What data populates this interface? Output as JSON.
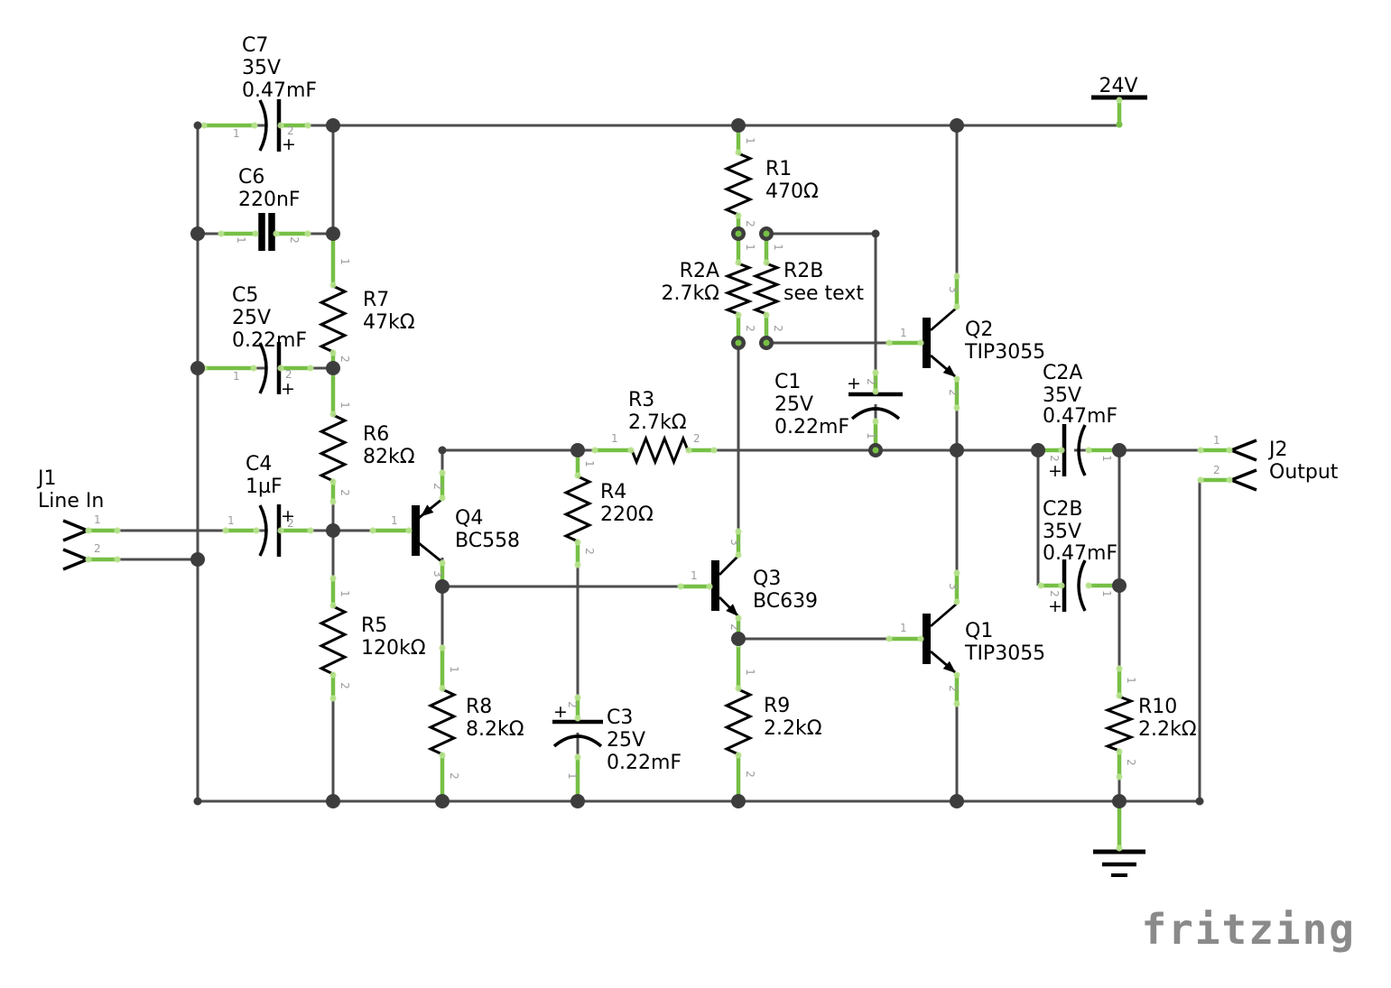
{
  "power": {
    "label": "24V"
  },
  "watermark": "fritzing",
  "pins": {
    "p1": "1",
    "p2": "2",
    "p3": "3",
    "plus": "+"
  },
  "connectors": {
    "J1": {
      "ref": "J1",
      "name": "Line In"
    },
    "J2": {
      "ref": "J2",
      "name": "Output"
    }
  },
  "resistors": {
    "R1": {
      "ref": "R1",
      "val": "470Ω"
    },
    "R2A": {
      "ref": "R2A",
      "val": "2.7kΩ"
    },
    "R2B": {
      "ref": "R2B",
      "val": "see text"
    },
    "R3": {
      "ref": "R3",
      "val": "2.7kΩ"
    },
    "R4": {
      "ref": "R4",
      "val": "220Ω"
    },
    "R5": {
      "ref": "R5",
      "val": "120kΩ"
    },
    "R6": {
      "ref": "R6",
      "val": "82kΩ"
    },
    "R7": {
      "ref": "R7",
      "val": "47kΩ"
    },
    "R8": {
      "ref": "R8",
      "val": "8.2kΩ"
    },
    "R9": {
      "ref": "R9",
      "val": "2.2kΩ"
    },
    "R10": {
      "ref": "R10",
      "val": "2.2kΩ"
    }
  },
  "capacitors": {
    "C1": {
      "ref": "C1",
      "l2": "25V",
      "l3": "0.22mF"
    },
    "C2A": {
      "ref": "C2A",
      "l2": "35V",
      "l3": "0.47mF"
    },
    "C2B": {
      "ref": "C2B",
      "l2": "35V",
      "l3": "0.47mF"
    },
    "C3": {
      "ref": "C3",
      "l2": "25V",
      "l3": "0.22mF"
    },
    "C4": {
      "ref": "C4",
      "l2": "1µF"
    },
    "C5": {
      "ref": "C5",
      "l2": "25V",
      "l3": "0.22mF"
    },
    "C6": {
      "ref": "C6",
      "l2": "220nF"
    },
    "C7": {
      "ref": "C7",
      "l2": "35V",
      "l3": "0.47mF"
    }
  },
  "transistors": {
    "Q1": {
      "ref": "Q1",
      "part": "TIP3055"
    },
    "Q2": {
      "ref": "Q2",
      "part": "TIP3055"
    },
    "Q3": {
      "ref": "Q3",
      "part": "BC639"
    },
    "Q4": {
      "ref": "Q4",
      "part": "BC558"
    }
  },
  "colors": {
    "wire": "#4d4d4d",
    "pin_green": "#76bf45",
    "junction": "#3d3d3d",
    "pin_label": "#9c9c9c",
    "watermark": "#8a8a8a",
    "background": "#ffffff"
  }
}
